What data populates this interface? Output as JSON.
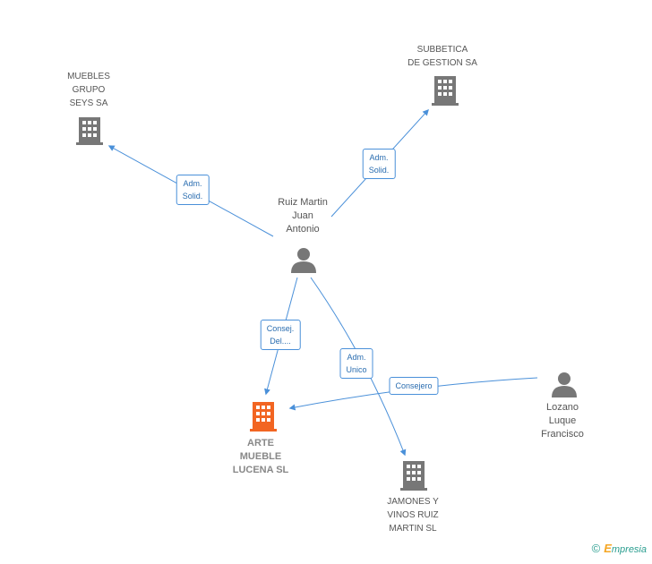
{
  "nodes": {
    "muebles": {
      "label": "MUEBLES\nGRUPO\nSEYS SA",
      "type": "company"
    },
    "subbetica": {
      "label": "SUBBETICA\nDE GESTION SA",
      "type": "company"
    },
    "ruiz": {
      "label": "Ruiz Martin\nJuan\nAntonio",
      "type": "person"
    },
    "arte": {
      "label": "ARTE\nMUEBLE\nLUCENA SL",
      "type": "company-main"
    },
    "jamones": {
      "label": "JAMONES Y\nVINOS RUIZ\nMARTIN SL",
      "type": "company"
    },
    "lozano": {
      "label": "Lozano\nLuque\nFrancisco",
      "type": "person"
    }
  },
  "edges": {
    "ruiz_muebles": "Adm.\nSolid.",
    "ruiz_subbetica": "Adm.\nSolid.",
    "ruiz_arte": "Consej.\nDel....",
    "ruiz_jamones": "Adm.\nUnico",
    "lozano_arte": "Consejero"
  },
  "brand": {
    "copyright": "©",
    "name_initial": "E",
    "name_rest": "mpresia"
  },
  "colors": {
    "edge": "#4a90d9",
    "icon": "#777777",
    "main_icon": "#f26522"
  }
}
